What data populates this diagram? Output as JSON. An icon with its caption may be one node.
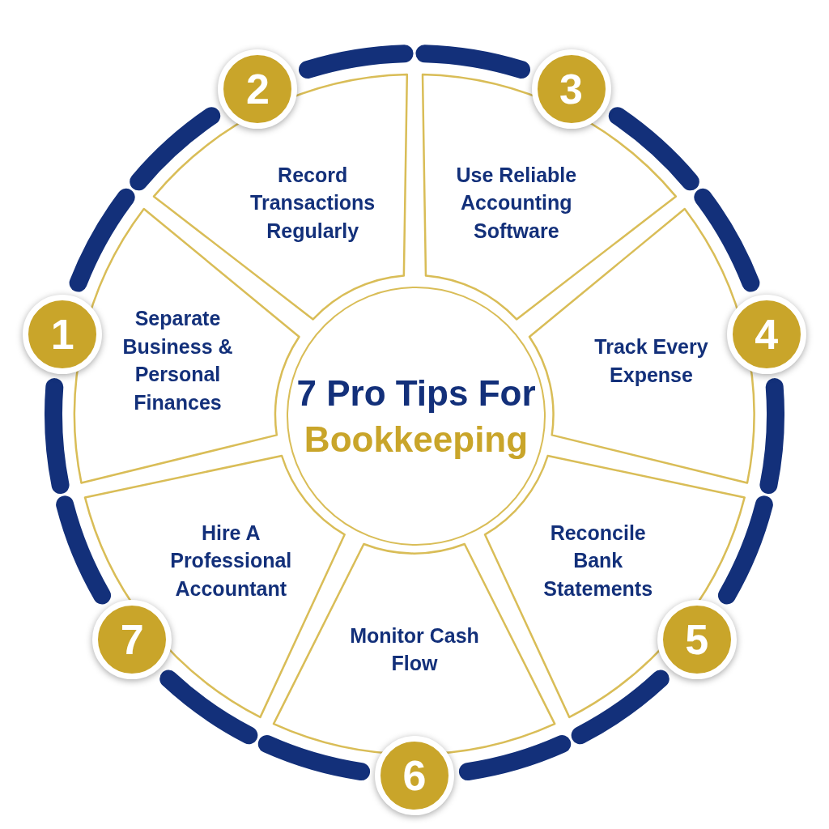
{
  "diagram": {
    "nodes": [
      {
        "text": [
          "7 Pro Tips For",
          "Bookkeeping"
        ]
      },
      {
        "text": [
          "Separate Business & Personal Finances"
        ]
      },
      {
        "text": [
          "Record Transactions Regularly"
        ]
      },
      {
        "text": [
          "Use Reliable Accounting Software"
        ]
      },
      {
        "text": [
          "Track Every Expense"
        ]
      },
      {
        "text": [
          "Reconcile Bank Statements"
        ]
      },
      {
        "text": [
          "Monitor Cash Flow"
        ]
      },
      {
        "text": [
          "Hire A Professional Accountant"
        ]
      },
      {
        "text": [
          "1"
        ]
      },
      {
        "text": [
          "2"
        ]
      },
      {
        "text": [
          "3"
        ]
      },
      {
        "text": [
          "4"
        ]
      },
      {
        "text": [
          "5"
        ]
      },
      {
        "text": [
          "6"
        ]
      },
      {
        "text": [
          "7"
        ]
      }
    ]
  }
}
